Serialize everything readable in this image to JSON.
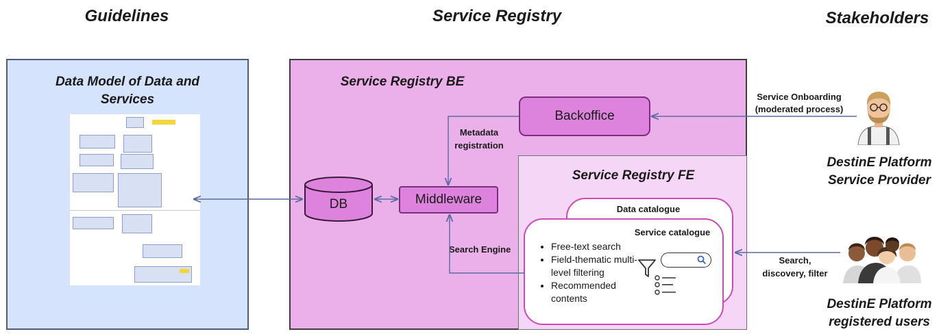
{
  "columns": {
    "guidelines": "Guidelines",
    "service_registry": "Service Registry",
    "stakeholders": "Stakeholders"
  },
  "guidelines_panel": {
    "title_line1": "Data Model of Data and",
    "title_line2": "Services"
  },
  "backend": {
    "title": "Service Registry BE",
    "backoffice": "Backoffice",
    "db": "DB",
    "middleware": "Middleware",
    "metadata_line1": "Metadata",
    "metadata_line2": "registration",
    "search_engine": "Search Engine"
  },
  "frontend": {
    "title": "Service Registry FE",
    "data_catalogue": "Data catalogue",
    "service_catalogue": "Service catalogue",
    "features": [
      "Free-text search",
      "Field-thematic multi-level filtering",
      "Recommended contents"
    ]
  },
  "stakeholders": {
    "onboarding_line1": "Service Onboarding",
    "onboarding_line2": "(moderated process)",
    "provider_line1": "DestinE Platform",
    "provider_line2": "Service Provider",
    "search_line1": "Search,",
    "search_line2": "discovery, filter",
    "users_line1": "DestinE Platform",
    "users_line2": "registered users"
  },
  "colors": {
    "guidelines_bg": "#d6e3fd",
    "be_bg": "#ebb0ea",
    "fe_bg": "#f6d6f6",
    "node_fill": "#de83dd",
    "catalog_border": "#cf48b8",
    "arrow": "#5a6aa0"
  }
}
